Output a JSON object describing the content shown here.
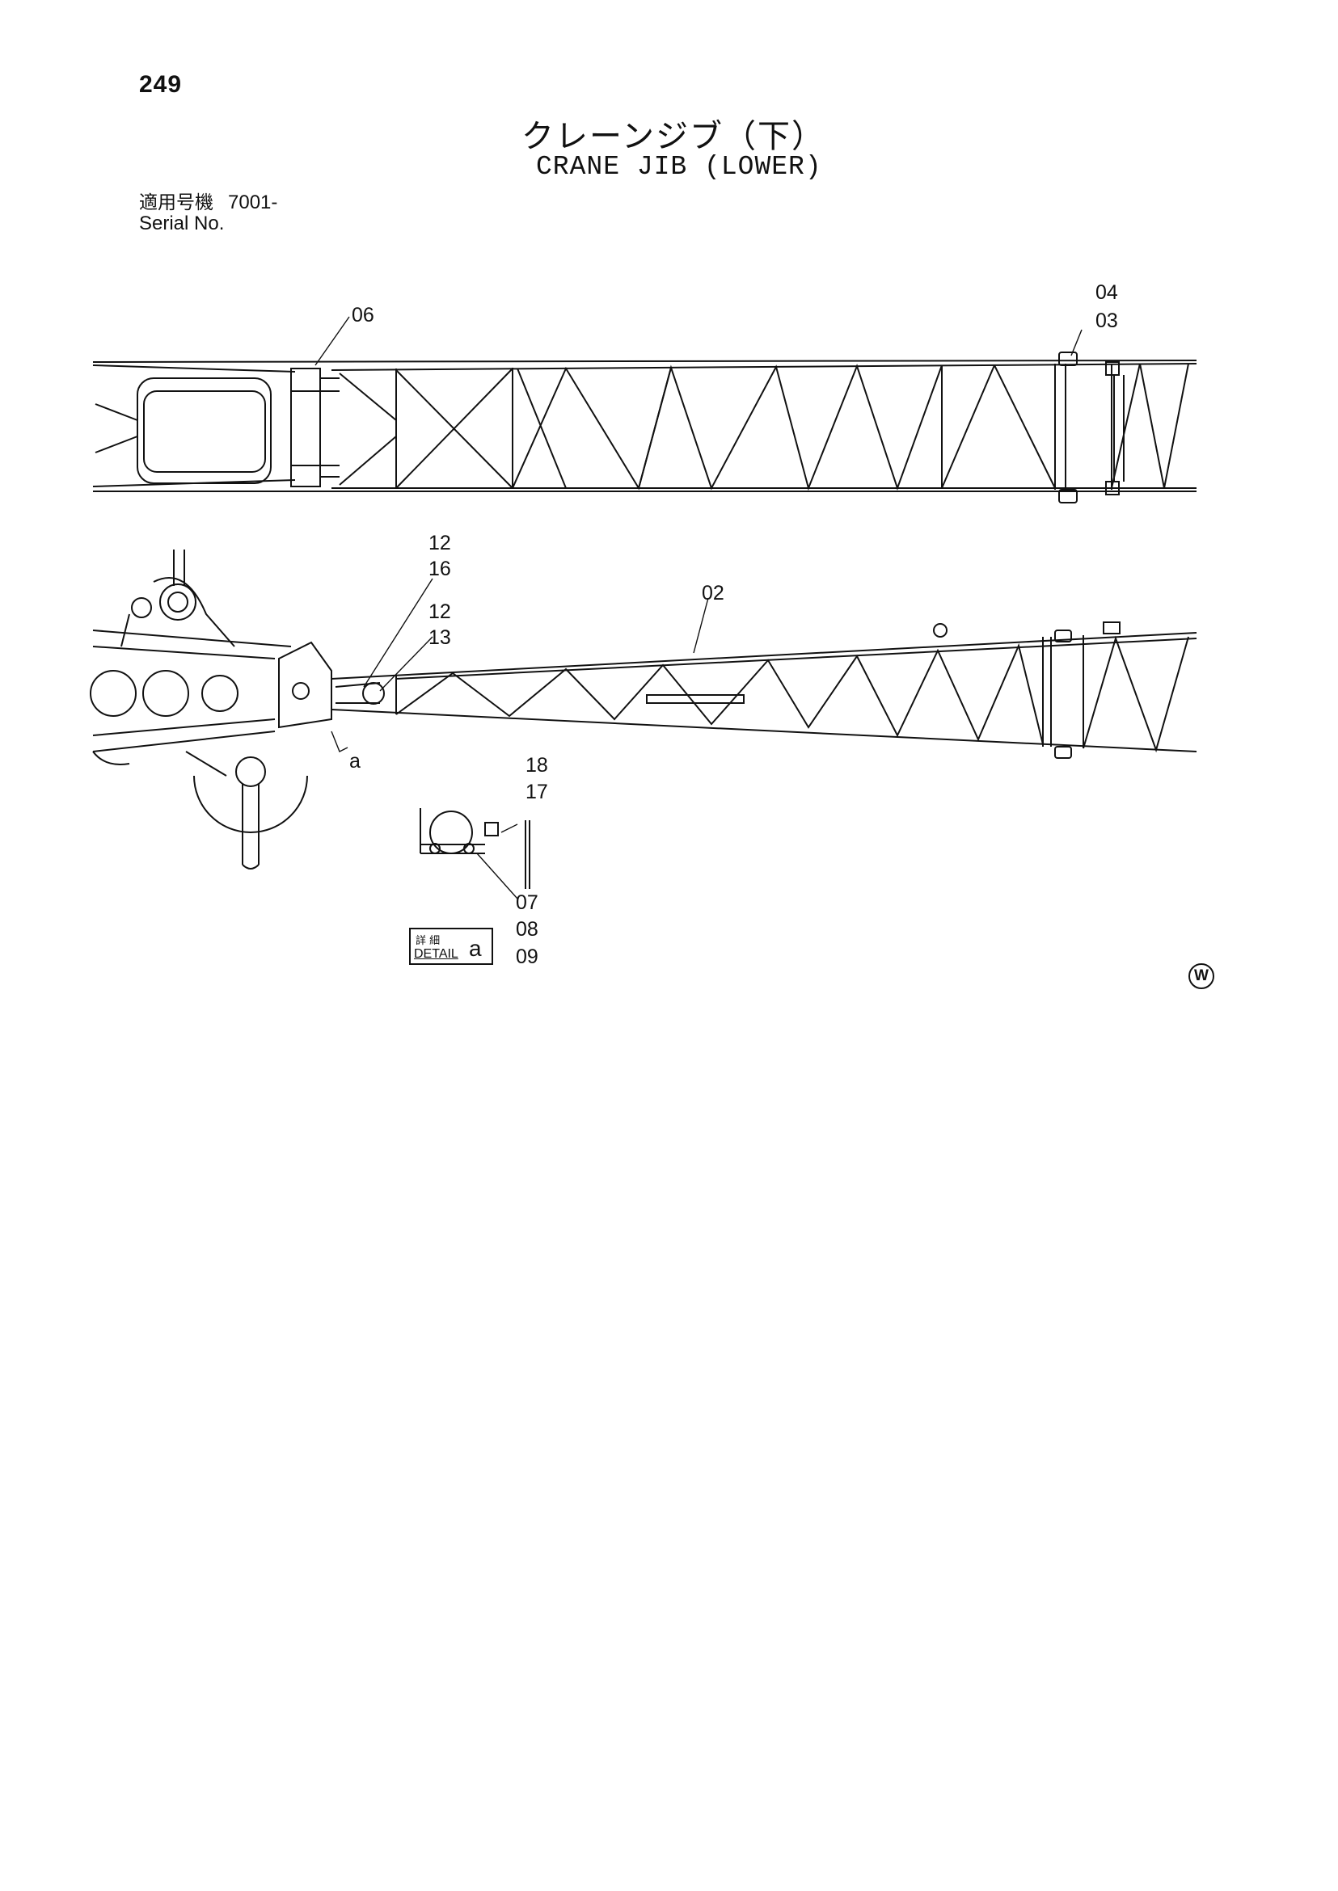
{
  "page_number": "249",
  "title_jp": "クレーンジブ（下）",
  "title_en": "CRANE JIB (LOWER)",
  "serial": {
    "label_jp": "適用号機",
    "label_en": "Serial No.",
    "value": "7001-"
  },
  "callouts": {
    "c06": "06",
    "c04": "04",
    "c03": "03",
    "c12a": "12",
    "c16": "16",
    "c12b": "12",
    "c13": "13",
    "c02": "02",
    "ca": "a",
    "c18": "18",
    "c17": "17",
    "c07": "07",
    "c08": "08",
    "c09": "09"
  },
  "detail": {
    "label_jp": "詳 細",
    "label_en": "DETAIL",
    "letter": "a"
  },
  "w_mark": "W"
}
